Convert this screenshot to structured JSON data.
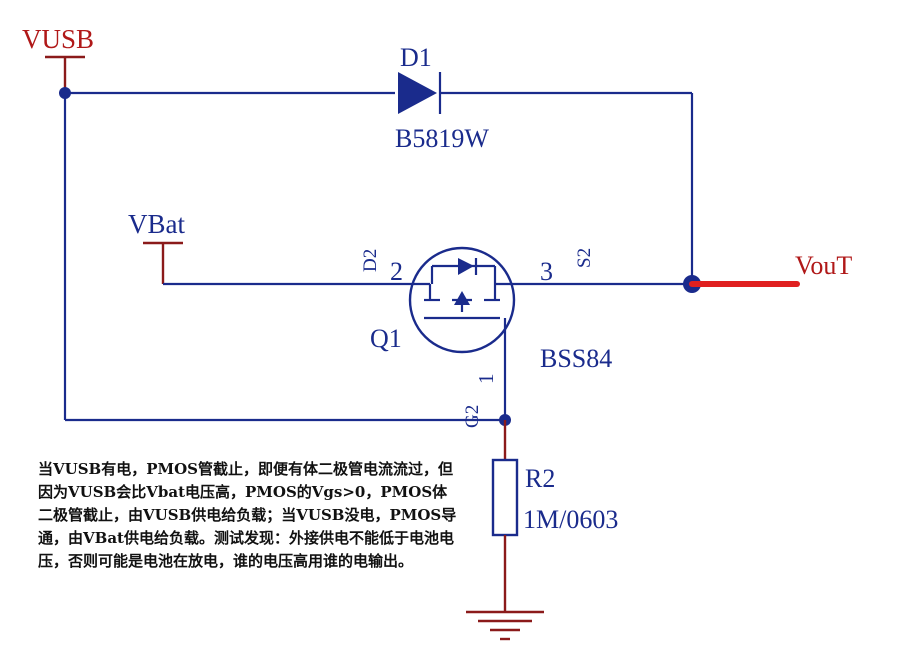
{
  "labels": {
    "vusb": "VUSB",
    "vbat": "VBat",
    "vout": "VouT",
    "d1_ref": "D1",
    "d1_part": "B5819W",
    "q1_ref": "Q1",
    "q1_part": "BSS84",
    "pin_d": "D2",
    "pin_d_num": "2",
    "pin_s": "S2",
    "pin_s_num": "3",
    "pin_g": "G2",
    "pin_g_num": "1",
    "r2_ref": "R2",
    "r2_value": "1M/0603"
  },
  "note": "当VUSB有电，PMOS管截止，即便有体二极管电流流过，但因为VUSB会比Vbat电压高，PMOS的Vgs>0，PMOS体二极管截止，由VUSB供电给负载；当VUSB没电，PMOS导通，由VBat供电给负载。测试发现：外接供电不能低于电池电压，否则可能是电池在放电，谁的电压高用谁的电输出。",
  "colors": {
    "wire": "#1a2b8c",
    "power_port": "#8b1a1a",
    "output_net": "#e02020",
    "component": "#1a2b8c"
  }
}
